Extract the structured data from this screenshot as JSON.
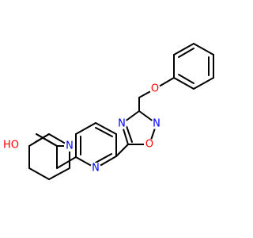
{
  "colors": {
    "background": "#ffffff",
    "bond": "#000000",
    "carbon": "#000000",
    "nitrogen": "#0000ff",
    "oxygen": "#ff0000"
  },
  "molecule": {
    "atoms": [
      {
        "id": "o_ether",
        "text": "O",
        "element": "oxygen"
      },
      {
        "id": "n_oxadiazole",
        "text": "N",
        "element": "nitrogen"
      },
      {
        "id": "o_oxadiazole",
        "text": "O",
        "element": "oxygen"
      },
      {
        "id": "n_ring",
        "text": "N",
        "element": "nitrogen"
      },
      {
        "id": "n_pyridine",
        "text": "N",
        "element": "nitrogen"
      },
      {
        "id": "n_piperidine",
        "text": "N",
        "element": "nitrogen"
      },
      {
        "id": "o_hydroxyl",
        "text": "HO",
        "element": "oxygen"
      }
    ]
  }
}
